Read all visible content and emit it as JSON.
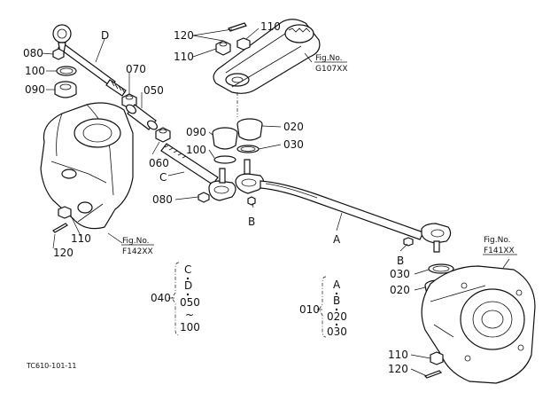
{
  "labels": {
    "l120_top": "120",
    "l110_top": "110",
    "l110_top_left": "110",
    "l080_left": "080",
    "l100_left": "100",
    "l090_left": "090",
    "lD": "D",
    "l070": "070",
    "l050": "050",
    "l060": "060",
    "l090_mid": "090",
    "l100_mid": "100",
    "l020_mid": "020",
    "l030_mid": "030",
    "lC": "C",
    "l080_mid": "080",
    "lB_mid": "B",
    "lA": "A",
    "l110_lower_left": "110",
    "l120_lower_left": "120",
    "lB_right": "B",
    "l030_right": "030",
    "l020_right": "020",
    "l110_bottom_right": "110",
    "l120_bottom_right": "120",
    "l040": "040",
    "l010": "010"
  },
  "fig_refs": {
    "g107_line1": "Fig.No.",
    "g107_line2": "G107XX",
    "f142_line1": "Fig.No.",
    "f142_line2": "F142XX",
    "f141_line1": "Fig.No.",
    "f141_line2": "F141XX"
  },
  "set_040": {
    "items": [
      "C",
      "D",
      "050",
      "100"
    ],
    "separator": "~"
  },
  "set_010": {
    "items": [
      "A",
      "B",
      "020",
      "030"
    ]
  },
  "diagram_code": "TC610-101-11"
}
